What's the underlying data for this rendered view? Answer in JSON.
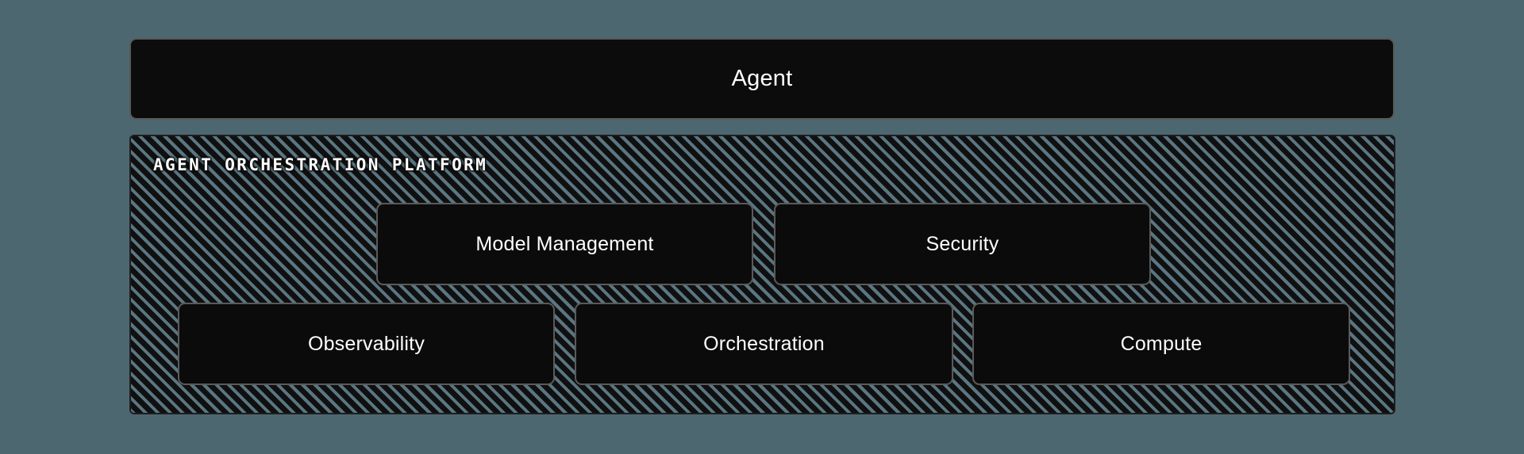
{
  "colors": {
    "page_background": "#4d6771",
    "card_fill": "#0b0b0b",
    "card_border": "#5a5a5a",
    "hatch_stripe": "#5a7682",
    "hatch_base": "#101010",
    "text": "#ffffff"
  },
  "agent": {
    "label": "Agent"
  },
  "platform": {
    "title": "AGENT ORCHESTRATION PLATFORM",
    "rows": [
      {
        "cards": [
          {
            "label": "Model Management"
          },
          {
            "label": "Security"
          }
        ]
      },
      {
        "cards": [
          {
            "label": "Observability"
          },
          {
            "label": "Orchestration"
          },
          {
            "label": "Compute"
          }
        ]
      }
    ]
  }
}
